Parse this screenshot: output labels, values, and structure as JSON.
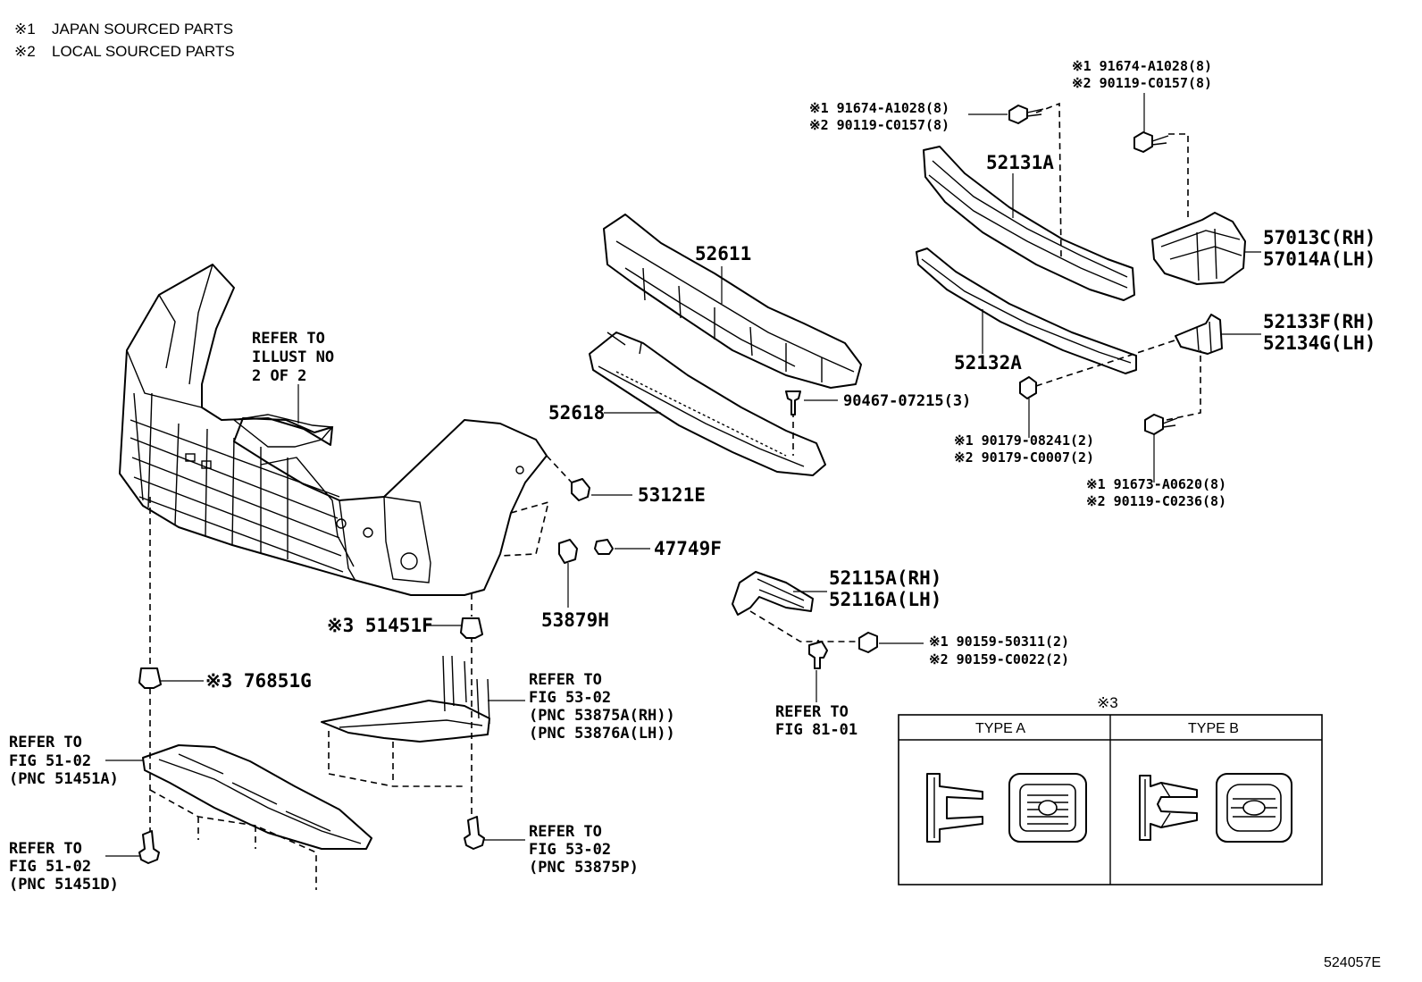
{
  "legend": {
    "mark1": "※1",
    "mark1_text": "JAPAN SOURCED PARTS",
    "mark2": "※2",
    "mark2_text": "LOCAL SOURCED PARTS"
  },
  "labels": {
    "bolt_top_center_1": "※1 91674-A1028(8)",
    "bolt_top_center_2": "※2 90119-C0157(8)",
    "bolt_top_right_1": "※1 91674-A1028(8)",
    "bolt_top_right_2": "※2 90119-C0157(8)",
    "p52131A": "52131A",
    "p57013C": "57013C(RH)",
    "p57014A": "57014A(LH)",
    "p52611": "52611",
    "p52132A": "52132A",
    "p52133F": "52133F(RH)",
    "p52134G": "52134G(LH)",
    "refer_illust_1": "REFER TO",
    "refer_illust_2": "ILLUST NO",
    "refer_illust_3": "2 OF 2",
    "p90467": "90467-07215(3)",
    "p52618": "52618",
    "nut_1": "※1 90179-08241(2)",
    "nut_2": "※2 90179-C0007(2)",
    "bolt_bracket_1": "※1 91673-A0620(8)",
    "bolt_bracket_2": "※2 90119-C0236(8)",
    "p53121E": "53121E",
    "p47749F": "47749F",
    "p52115A": "52115A(RH)",
    "p52116A": "52116A(LH)",
    "p53879H": "53879H",
    "p51451F": "※3 51451F",
    "screw_1": "※1 90159-50311(2)",
    "screw_2": "※2 90159-C0022(2)",
    "p76851G": "※3 76851G",
    "refer_5302_a_1": "REFER TO",
    "refer_5302_a_2": "FIG 53-02",
    "refer_5302_a_3": "(PNC 53875A(RH))",
    "refer_5302_a_4": "(PNC 53876A(LH))",
    "refer_8101_1": "REFER TO",
    "refer_8101_2": "FIG 81-01",
    "refer_5102_a_1": "REFER TO",
    "refer_5102_a_2": "FIG 51-02",
    "refer_5102_a_3": "(PNC 51451A)",
    "refer_5102_d_1": "REFER TO",
    "refer_5102_d_2": "FIG 51-02",
    "refer_5102_d_3": "(PNC 51451D)",
    "refer_5302_p_1": "REFER TO",
    "refer_5302_p_2": "FIG 53-02",
    "refer_5302_p_3": "(PNC 53875P)"
  },
  "type_table": {
    "mark": "※3",
    "type_a": "TYPE A",
    "type_b": "TYPE B"
  },
  "illustration_id": "524057E"
}
